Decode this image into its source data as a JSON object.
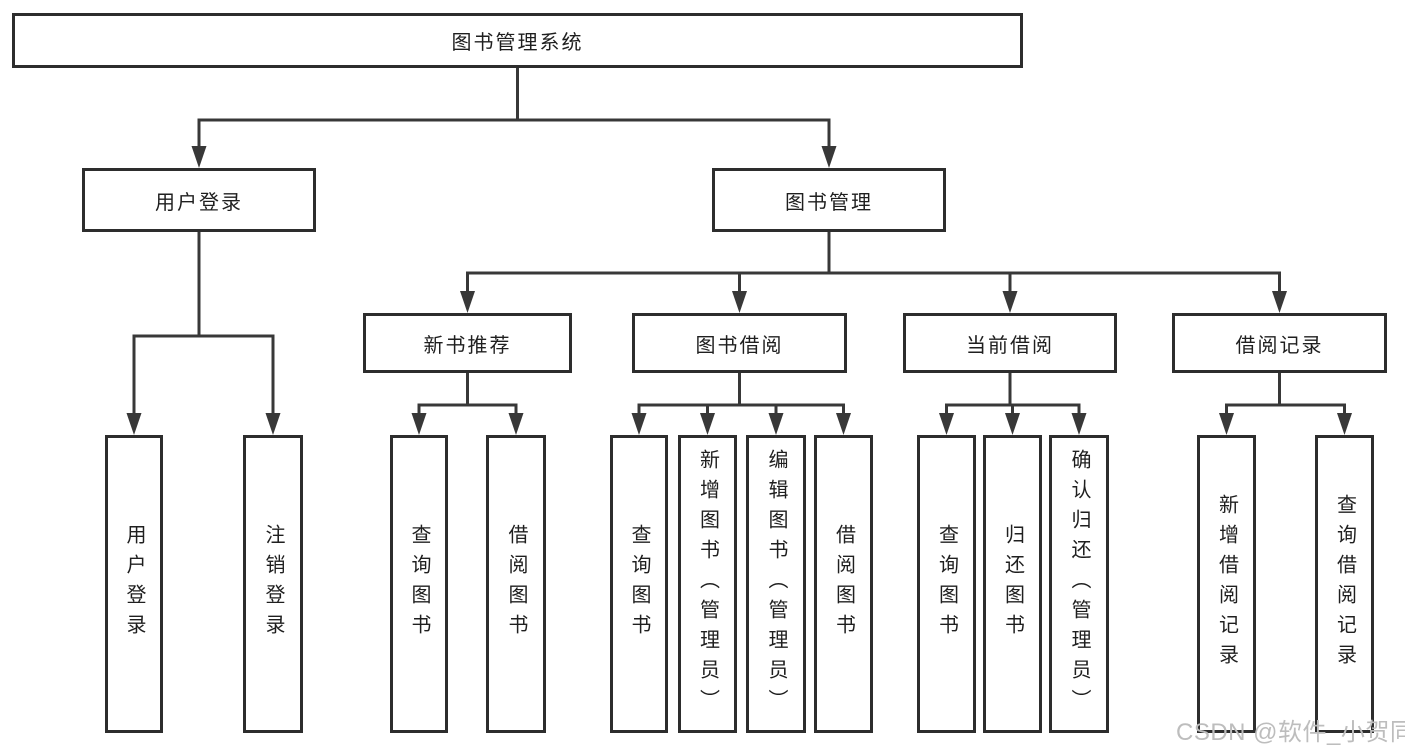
{
  "diagram": {
    "type": "org-hierarchy",
    "root": {
      "label": "图书管理系统",
      "children": [
        {
          "label": "用户登录",
          "children": [
            {
              "label": "用户登录"
            },
            {
              "label": "注销登录"
            }
          ]
        },
        {
          "label": "图书管理",
          "children": [
            {
              "label": "新书推荐",
              "children": [
                {
                  "label": "查询图书"
                },
                {
                  "label": "借阅图书"
                }
              ]
            },
            {
              "label": "图书借阅",
              "children": [
                {
                  "label": "查询图书"
                },
                {
                  "label": "新增图书（管理员）"
                },
                {
                  "label": "编辑图书（管理员）"
                },
                {
                  "label": "借阅图书"
                }
              ]
            },
            {
              "label": "当前借阅",
              "children": [
                {
                  "label": "查询图书"
                },
                {
                  "label": "归还图书"
                },
                {
                  "label": "确认归还（管理员）"
                }
              ]
            },
            {
              "label": "借阅记录",
              "children": [
                {
                  "label": "新增借阅记录"
                },
                {
                  "label": "查询借阅记录"
                }
              ]
            }
          ]
        }
      ]
    },
    "watermark": "CSDN @软件_小贺同学",
    "colors": {
      "line": "#383838",
      "box_border": "#2d2d2d",
      "text": "#1f1f1f",
      "watermark": "#bdbdbd",
      "background": "#ffffff"
    }
  }
}
